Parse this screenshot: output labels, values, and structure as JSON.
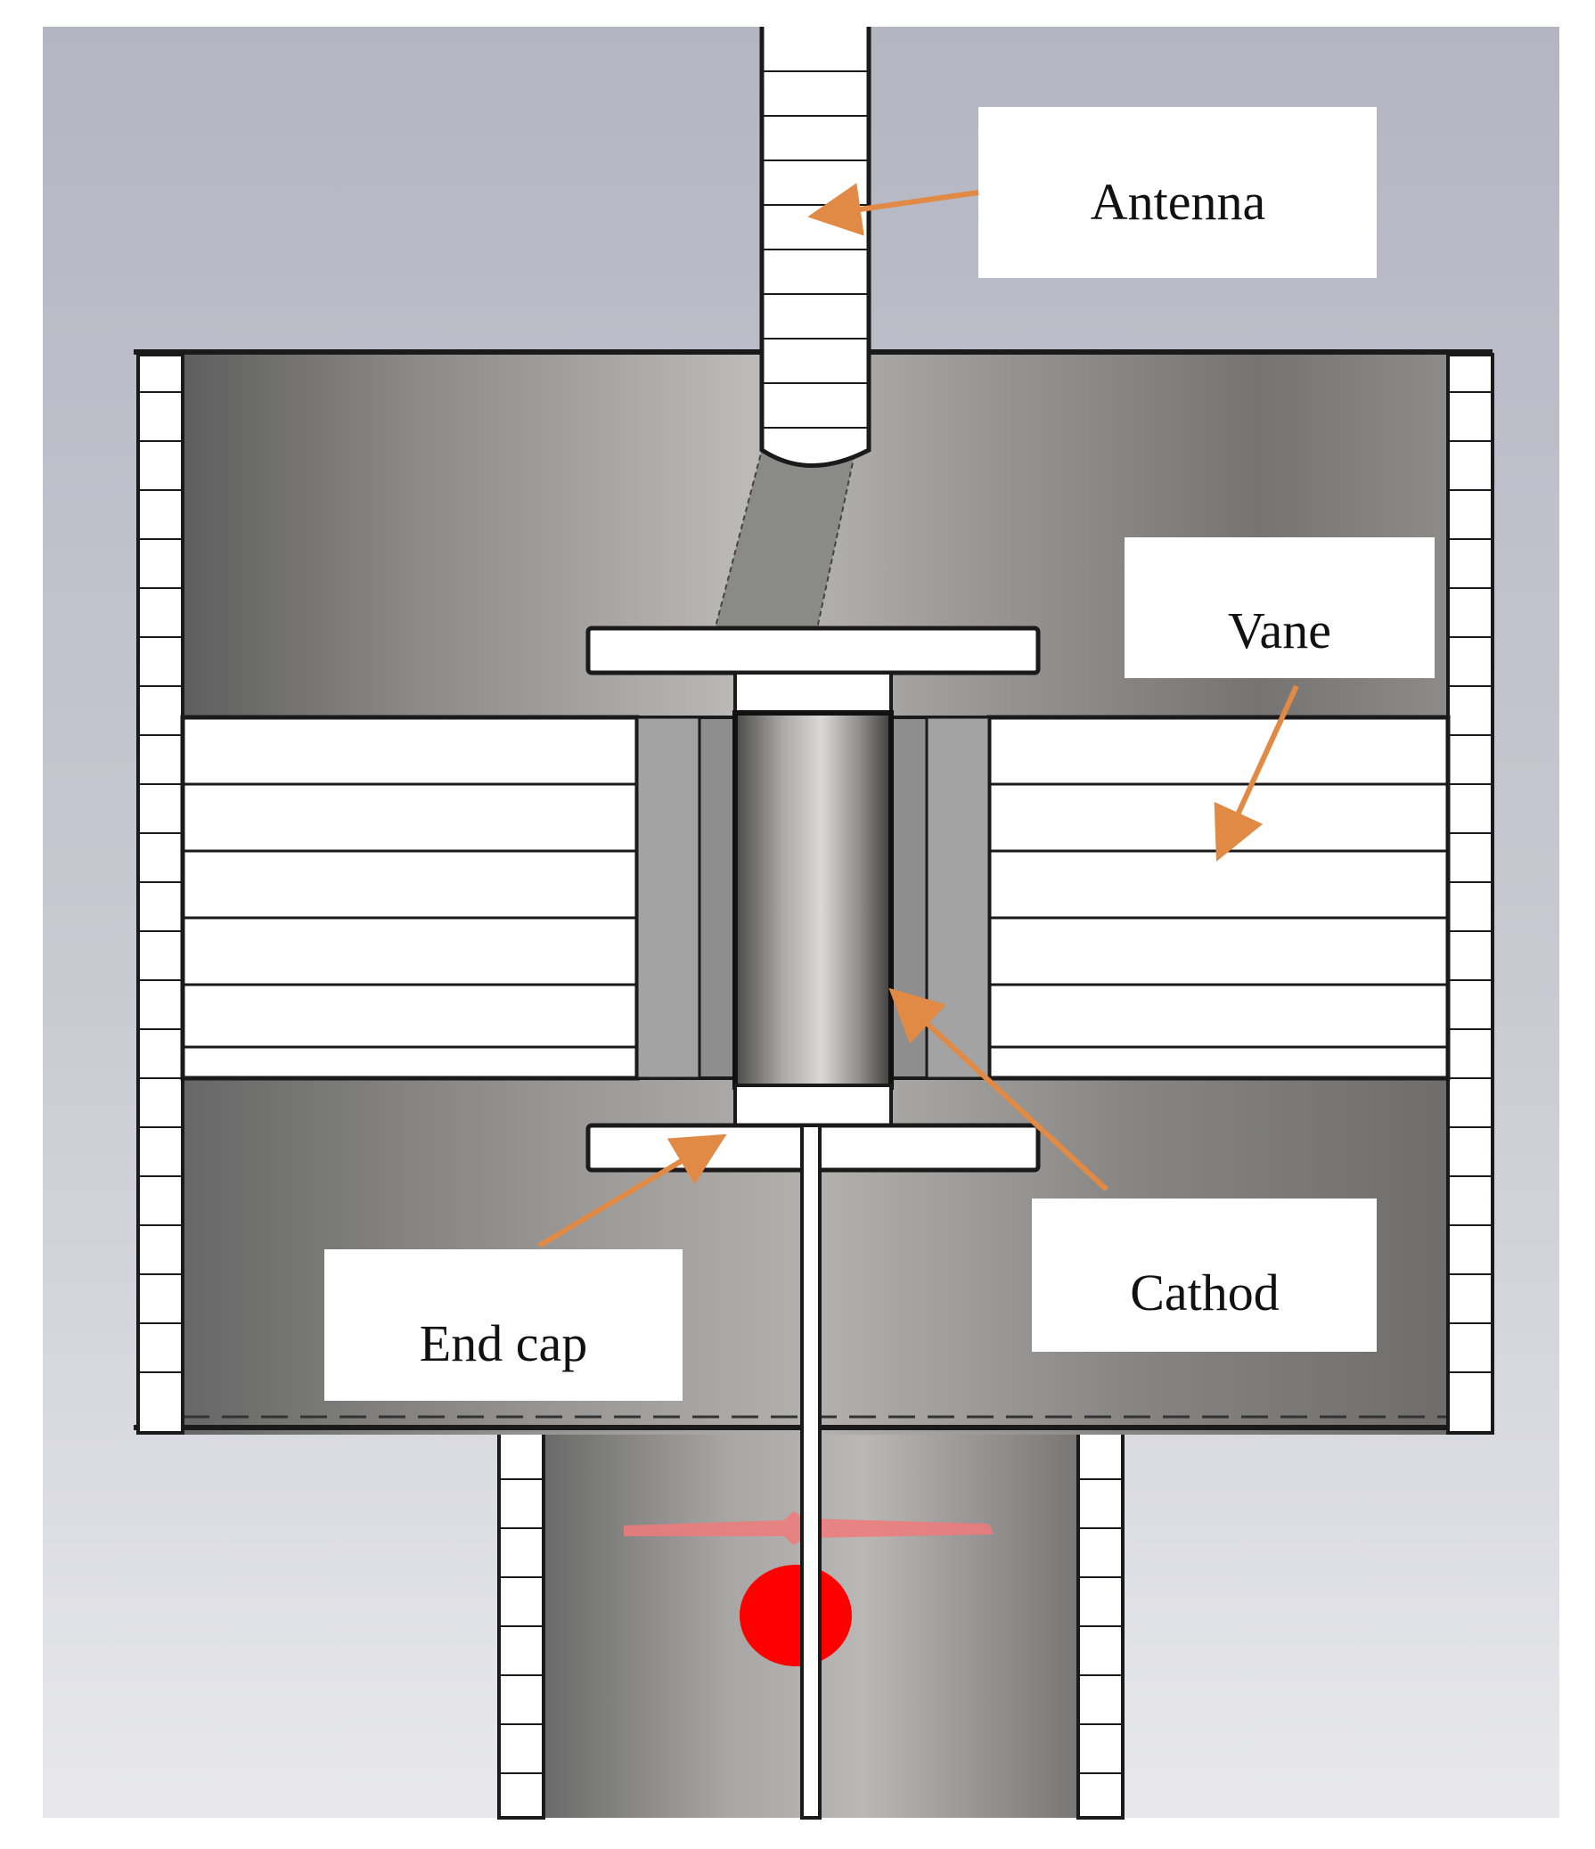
{
  "diagram": {
    "labels": {
      "antenna": "Antenna",
      "vane": "Vane",
      "cathode": "Cathod",
      "end_cap": "End cap"
    }
  },
  "colors": {
    "background_top": "#b3b5c1",
    "background_bottom": "#e6e6eb",
    "metal_dark": "#6f6f6f",
    "metal_light": "#b9b8b6",
    "arrow": "#e08a45",
    "hot_spot": "#ff0000",
    "beam": "#f07a7a",
    "outline": "#1a1a1a",
    "label_box": "#ffffff"
  }
}
